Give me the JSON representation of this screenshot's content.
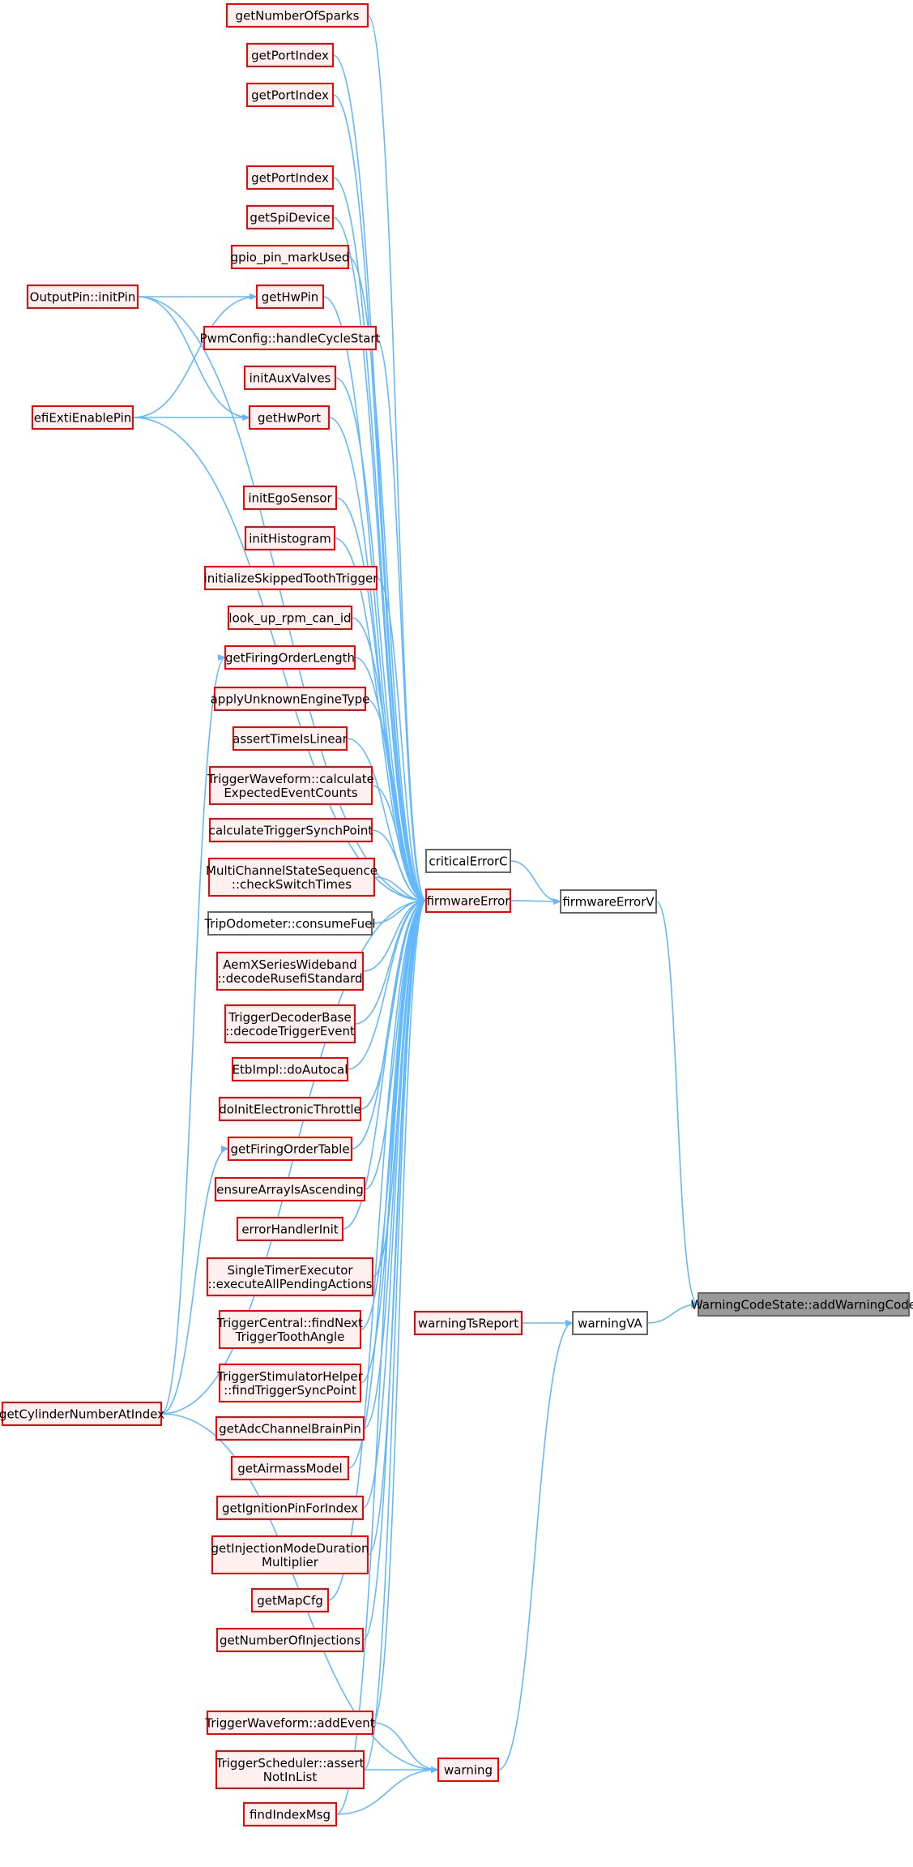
{
  "graph": {
    "title": "WarningCodeState::addWarningCode caller graph",
    "colors": {
      "edge": "#63b8ff",
      "node_border_red": "#ff0000",
      "node_fill_red": "#fff0f0",
      "node_border_gray": "#666666",
      "node_fill_white": "#ffffff",
      "root_fill": "#999999",
      "root_border": "#666666"
    },
    "nodes": [
      {
        "id": "getNumberOfSparks",
        "lines": [
          "getNumberOfSparks"
        ],
        "style": "red"
      },
      {
        "id": "getPortIndex1",
        "lines": [
          "getPortIndex"
        ],
        "style": "red"
      },
      {
        "id": "getPortIndex2",
        "lines": [
          "getPortIndex"
        ],
        "style": "red"
      },
      {
        "id": "getPortIndex3",
        "lines": [
          "getPortIndex"
        ],
        "style": "red"
      },
      {
        "id": "getSpiDevice",
        "lines": [
          "getSpiDevice"
        ],
        "style": "red"
      },
      {
        "id": "gpio_pin_markUsed",
        "lines": [
          "gpio_pin_markUsed"
        ],
        "style": "red"
      },
      {
        "id": "getHwPin",
        "lines": [
          "getHwPin"
        ],
        "style": "red"
      },
      {
        "id": "PwmConfig_handleCycleStart",
        "lines": [
          "PwmConfig::handleCycleStart"
        ],
        "style": "red"
      },
      {
        "id": "initAuxValves",
        "lines": [
          "initAuxValves"
        ],
        "style": "red"
      },
      {
        "id": "getHwPort",
        "lines": [
          "getHwPort"
        ],
        "style": "red"
      },
      {
        "id": "initEgoSensor",
        "lines": [
          "initEgoSensor"
        ],
        "style": "red"
      },
      {
        "id": "initHistogram",
        "lines": [
          "initHistogram"
        ],
        "style": "red"
      },
      {
        "id": "initializeSkippedToothTrigger",
        "lines": [
          "initializeSkippedToothTrigger"
        ],
        "style": "red"
      },
      {
        "id": "look_up_rpm_can_id",
        "lines": [
          "look_up_rpm_can_id"
        ],
        "style": "red"
      },
      {
        "id": "getFiringOrderLength",
        "lines": [
          "getFiringOrderLength"
        ],
        "style": "red"
      },
      {
        "id": "applyUnknownEngineType",
        "lines": [
          "applyUnknownEngineType"
        ],
        "style": "red"
      },
      {
        "id": "assertTimeIsLinear",
        "lines": [
          "assertTimeIsLinear"
        ],
        "style": "red"
      },
      {
        "id": "TriggerWaveform_calculate",
        "lines": [
          "TriggerWaveform::calculate",
          "ExpectedEventCounts"
        ],
        "style": "red"
      },
      {
        "id": "calculateTriggerSynchPoint",
        "lines": [
          "calculateTriggerSynchPoint"
        ],
        "style": "red"
      },
      {
        "id": "MultiChannelStateSequence",
        "lines": [
          "MultiChannelStateSequence",
          "::checkSwitchTimes"
        ],
        "style": "red"
      },
      {
        "id": "TripOdometer_consumeFuel",
        "lines": [
          "TripOdometer::consumeFuel"
        ],
        "style": "gray"
      },
      {
        "id": "AemXSeriesWideband",
        "lines": [
          "AemXSeriesWideband",
          "::decodeRusefiStandard"
        ],
        "style": "red"
      },
      {
        "id": "TriggerDecoderBase",
        "lines": [
          "TriggerDecoderBase",
          "::decodeTriggerEvent"
        ],
        "style": "red"
      },
      {
        "id": "EtbImpl_doAutocal",
        "lines": [
          "EtbImpl::doAutocal"
        ],
        "style": "red"
      },
      {
        "id": "doInitElectronicThrottle",
        "lines": [
          "doInitElectronicThrottle"
        ],
        "style": "red"
      },
      {
        "id": "getFiringOrderTable",
        "lines": [
          "getFiringOrderTable"
        ],
        "style": "red"
      },
      {
        "id": "ensureArrayIsAscending",
        "lines": [
          "ensureArrayIsAscending"
        ],
        "style": "red"
      },
      {
        "id": "errorHandlerInit",
        "lines": [
          "errorHandlerInit"
        ],
        "style": "red"
      },
      {
        "id": "SingleTimerExecutor",
        "lines": [
          "SingleTimerExecutor",
          "::executeAllPendingActions"
        ],
        "style": "red"
      },
      {
        "id": "TriggerCentral_findNext",
        "lines": [
          "TriggerCentral::findNext",
          "TriggerToothAngle"
        ],
        "style": "red"
      },
      {
        "id": "TriggerStimulatorHelper",
        "lines": [
          "TriggerStimulatorHelper",
          "::findTriggerSyncPoint"
        ],
        "style": "red"
      },
      {
        "id": "getAdcChannelBrainPin",
        "lines": [
          "getAdcChannelBrainPin"
        ],
        "style": "red"
      },
      {
        "id": "getAirmassModel",
        "lines": [
          "getAirmassModel"
        ],
        "style": "red"
      },
      {
        "id": "getIgnitionPinForIndex",
        "lines": [
          "getIgnitionPinForIndex"
        ],
        "style": "red"
      },
      {
        "id": "getInjectionModeDuration",
        "lines": [
          "getInjectionModeDuration",
          "Multiplier"
        ],
        "style": "red"
      },
      {
        "id": "getMapCfg",
        "lines": [
          "getMapCfg"
        ],
        "style": "red"
      },
      {
        "id": "getNumberOfInjections",
        "lines": [
          "getNumberOfInjections"
        ],
        "style": "red"
      },
      {
        "id": "TriggerWaveform_addEvent",
        "lines": [
          "TriggerWaveform::addEvent"
        ],
        "style": "red"
      },
      {
        "id": "TriggerScheduler_assert",
        "lines": [
          "TriggerScheduler::assert",
          "NotInList"
        ],
        "style": "red"
      },
      {
        "id": "findIndexMsg",
        "lines": [
          "findIndexMsg"
        ],
        "style": "red"
      },
      {
        "id": "OutputPin_initPin",
        "lines": [
          "OutputPin::initPin"
        ],
        "style": "red"
      },
      {
        "id": "efiExtiEnablePin",
        "lines": [
          "efiExtiEnablePin"
        ],
        "style": "red"
      },
      {
        "id": "getCylinderNumberAtIndex",
        "lines": [
          "getCylinderNumberAtIndex"
        ],
        "style": "red"
      },
      {
        "id": "criticalErrorC",
        "lines": [
          "criticalErrorC"
        ],
        "style": "gray"
      },
      {
        "id": "firmwareError",
        "lines": [
          "firmwareError"
        ],
        "style": "red"
      },
      {
        "id": "firmwareErrorV",
        "lines": [
          "firmwareErrorV"
        ],
        "style": "gray"
      },
      {
        "id": "warningTsReport",
        "lines": [
          "warningTsReport"
        ],
        "style": "red"
      },
      {
        "id": "warningVA",
        "lines": [
          "warningVA"
        ],
        "style": "gray"
      },
      {
        "id": "warning",
        "lines": [
          "warning"
        ],
        "style": "red"
      },
      {
        "id": "addWarningCode",
        "lines": [
          "WarningCodeState::addWarningCode"
        ],
        "style": "root"
      }
    ],
    "edges": [
      [
        "firmwareErrorV",
        "addWarningCode"
      ],
      [
        "warningVA",
        "addWarningCode"
      ],
      [
        "criticalErrorC",
        "firmwareErrorV"
      ],
      [
        "firmwareError",
        "firmwareErrorV"
      ],
      [
        "warningTsReport",
        "warningVA"
      ],
      [
        "warning",
        "warningVA"
      ],
      [
        "getNumberOfSparks",
        "firmwareError"
      ],
      [
        "getPortIndex1",
        "firmwareError"
      ],
      [
        "getPortIndex2",
        "firmwareError"
      ],
      [
        "getPortIndex3",
        "firmwareError"
      ],
      [
        "getSpiDevice",
        "firmwareError"
      ],
      [
        "gpio_pin_markUsed",
        "firmwareError"
      ],
      [
        "getHwPin",
        "firmwareError"
      ],
      [
        "PwmConfig_handleCycleStart",
        "firmwareError"
      ],
      [
        "initAuxValves",
        "firmwareError"
      ],
      [
        "getHwPort",
        "firmwareError"
      ],
      [
        "initEgoSensor",
        "firmwareError"
      ],
      [
        "initHistogram",
        "firmwareError"
      ],
      [
        "initializeSkippedToothTrigger",
        "firmwareError"
      ],
      [
        "look_up_rpm_can_id",
        "firmwareError"
      ],
      [
        "getFiringOrderLength",
        "firmwareError"
      ],
      [
        "applyUnknownEngineType",
        "firmwareError"
      ],
      [
        "assertTimeIsLinear",
        "firmwareError"
      ],
      [
        "TriggerWaveform_calculate",
        "firmwareError"
      ],
      [
        "calculateTriggerSynchPoint",
        "firmwareError"
      ],
      [
        "MultiChannelStateSequence",
        "firmwareError"
      ],
      [
        "TripOdometer_consumeFuel",
        "firmwareError"
      ],
      [
        "AemXSeriesWideband",
        "firmwareError"
      ],
      [
        "TriggerDecoderBase",
        "firmwareError"
      ],
      [
        "EtbImpl_doAutocal",
        "firmwareError"
      ],
      [
        "doInitElectronicThrottle",
        "firmwareError"
      ],
      [
        "getFiringOrderTable",
        "firmwareError"
      ],
      [
        "ensureArrayIsAscending",
        "firmwareError"
      ],
      [
        "errorHandlerInit",
        "firmwareError"
      ],
      [
        "SingleTimerExecutor",
        "firmwareError"
      ],
      [
        "TriggerCentral_findNext",
        "firmwareError"
      ],
      [
        "TriggerStimulatorHelper",
        "firmwareError"
      ],
      [
        "getAdcChannelBrainPin",
        "firmwareError"
      ],
      [
        "getAirmassModel",
        "firmwareError"
      ],
      [
        "getIgnitionPinForIndex",
        "firmwareError"
      ],
      [
        "getInjectionModeDuration",
        "firmwareError"
      ],
      [
        "getMapCfg",
        "firmwareError"
      ],
      [
        "getNumberOfInjections",
        "firmwareError"
      ],
      [
        "TriggerWaveform_addEvent",
        "firmwareError"
      ],
      [
        "TriggerScheduler_assert",
        "firmwareError"
      ],
      [
        "findIndexMsg",
        "firmwareError"
      ],
      [
        "OutputPin_initPin",
        "firmwareError"
      ],
      [
        "efiExtiEnablePin",
        "firmwareError"
      ],
      [
        "getCylinderNumberAtIndex",
        "firmwareError"
      ],
      [
        "OutputPin_initPin",
        "getHwPin"
      ],
      [
        "efiExtiEnablePin",
        "getHwPin"
      ],
      [
        "OutputPin_initPin",
        "getHwPort"
      ],
      [
        "efiExtiEnablePin",
        "getHwPort"
      ],
      [
        "getCylinderNumberAtIndex",
        "getFiringOrderLength"
      ],
      [
        "getCylinderNumberAtIndex",
        "getFiringOrderTable"
      ],
      [
        "getCylinderNumberAtIndex",
        "warning"
      ],
      [
        "TriggerWaveform_addEvent",
        "warning"
      ],
      [
        "TriggerScheduler_assert",
        "warning"
      ],
      [
        "findIndexMsg",
        "warning"
      ]
    ]
  }
}
